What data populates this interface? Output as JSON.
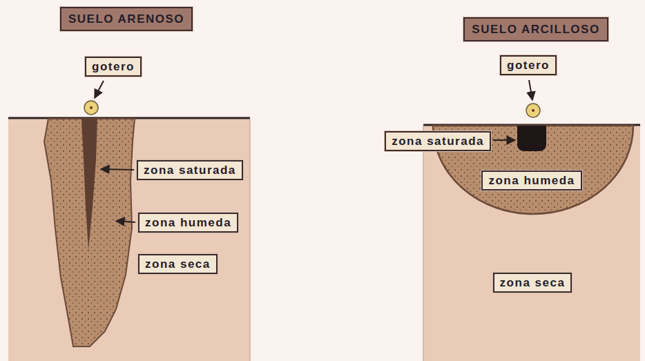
{
  "diagram": {
    "nodes": [
      {
        "text": [
          "SUELO ARENOSO"
        ]
      },
      {
        "text": [
          "gotero"
        ]
      },
      {
        "text": [
          "zona saturada"
        ]
      },
      {
        "text": [
          "zona humeda"
        ]
      },
      {
        "text": [
          "zona seca"
        ]
      },
      {
        "text": [
          "SUELO ARCILLOSO"
        ]
      },
      {
        "text": [
          "gotero"
        ]
      },
      {
        "text": [
          "zona saturada"
        ]
      },
      {
        "text": [
          "zona humeda"
        ]
      },
      {
        "text": [
          "zona seca"
        ]
      }
    ]
  }
}
